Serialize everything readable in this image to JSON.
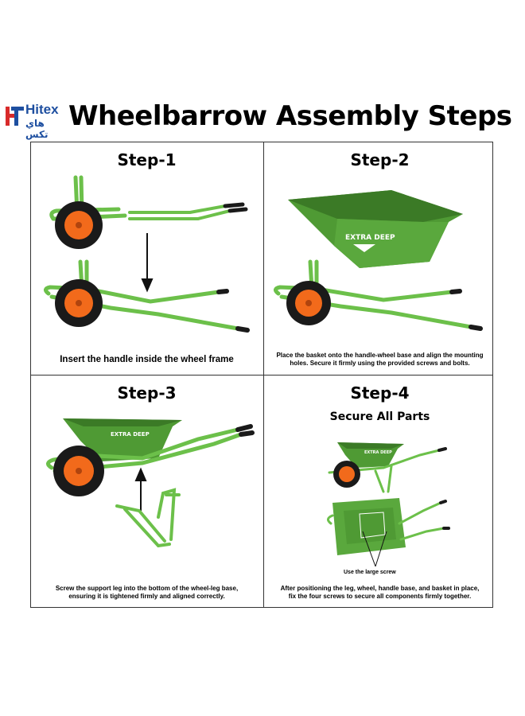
{
  "header": {
    "brand_name": "Hitex",
    "brand_arabic": "هاي تكس",
    "title": "Wheelbarrow Assembly Steps"
  },
  "steps": [
    {
      "title": "Step-1",
      "caption": "Insert the handle inside the wheel frame"
    },
    {
      "title": "Step-2",
      "caption_line1": "Place the basket onto the handle-wheel base and align the mounting",
      "caption_line2": "holes. Secure it firmly using the provided screws and bolts.",
      "basket_label": "EXTRA DEEP"
    },
    {
      "title": "Step-3",
      "caption_line1": "Screw the support leg into the bottom of the wheel-leg base,",
      "caption_line2": "ensuring it is tightened firmly and aligned correctly.",
      "basket_label": "EXTRA DEEP"
    },
    {
      "title": "Step-4",
      "subtitle": "Secure All Parts",
      "screw_note": "Use the large screw",
      "caption_line1": "After positioning the leg, wheel, handle base, and basket in place,",
      "caption_line2": "fix the four screws to secure all components firmly together.",
      "basket_label": "EXTRA DEEP"
    }
  ],
  "colors": {
    "frame_green": "#6cc04a",
    "basket_green": "#4f9a34",
    "wheel_orange": "#f26a1b",
    "tire_black": "#1a1a1a",
    "brand_blue": "#1e4fa0",
    "brand_red": "#d82a2a"
  }
}
